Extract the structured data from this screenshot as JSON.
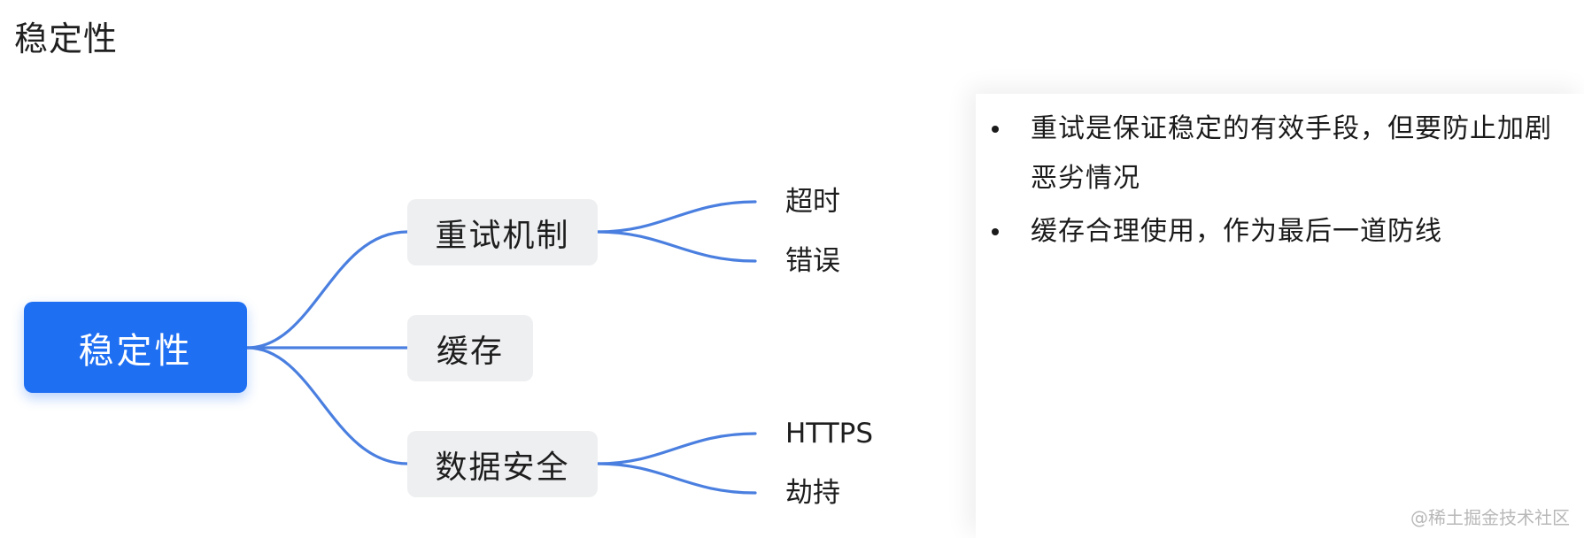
{
  "page": {
    "title": "稳定性"
  },
  "mindmap": {
    "root": "稳定性",
    "branches": [
      {
        "label": "重试机制",
        "children": [
          "超时",
          "错误"
        ]
      },
      {
        "label": "缓存",
        "children": []
      },
      {
        "label": "数据安全",
        "children": [
          "HTTPS",
          "劫持"
        ]
      }
    ],
    "line_color": "#4a7fe0",
    "root_color": "#1f6ff3"
  },
  "notes": {
    "items": [
      "重试是保证稳定的有效手段，但要防止加剧恶劣情况",
      "缓存合理使用，作为最后一道防线"
    ]
  },
  "watermark": "@稀土掘金技术社区"
}
